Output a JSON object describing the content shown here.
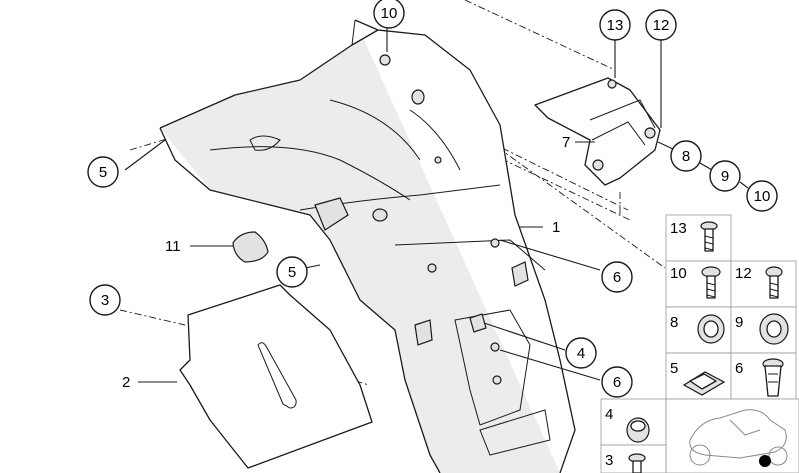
{
  "callouts": [
    {
      "id": "c10-top",
      "label": "10"
    },
    {
      "id": "c13-top",
      "label": "13"
    },
    {
      "id": "c12-top",
      "label": "12"
    },
    {
      "id": "c5-left",
      "label": "5"
    },
    {
      "id": "c8",
      "label": "8"
    },
    {
      "id": "c9",
      "label": "9"
    },
    {
      "id": "c10-right",
      "label": "10"
    },
    {
      "id": "c5-mid",
      "label": "5"
    },
    {
      "id": "c6-upper",
      "label": "6"
    },
    {
      "id": "c3",
      "label": "3"
    },
    {
      "id": "c4",
      "label": "4"
    },
    {
      "id": "c6-lower",
      "label": "6"
    }
  ],
  "plain_labels": [
    {
      "id": "l7",
      "label": "7"
    },
    {
      "id": "l1",
      "label": "1"
    },
    {
      "id": "l11",
      "label": "11"
    },
    {
      "id": "l2",
      "label": "2"
    }
  ],
  "hardware_grid": [
    {
      "id": "g13",
      "label": "13",
      "icon": "screw-icon"
    },
    {
      "id": "g10",
      "label": "10",
      "icon": "screw-icon"
    },
    {
      "id": "g12",
      "label": "12",
      "icon": "screw-icon"
    },
    {
      "id": "g8",
      "label": "8",
      "icon": "grommet-icon"
    },
    {
      "id": "g9",
      "label": "9",
      "icon": "grommet-icon"
    },
    {
      "id": "g5",
      "label": "5",
      "icon": "clip-nut-icon"
    },
    {
      "id": "g6",
      "label": "6",
      "icon": "expansion-nut-icon"
    },
    {
      "id": "g4",
      "label": "4",
      "icon": "sleeve-icon"
    },
    {
      "id": "g3",
      "label": "3",
      "icon": "screw-icon"
    }
  ]
}
